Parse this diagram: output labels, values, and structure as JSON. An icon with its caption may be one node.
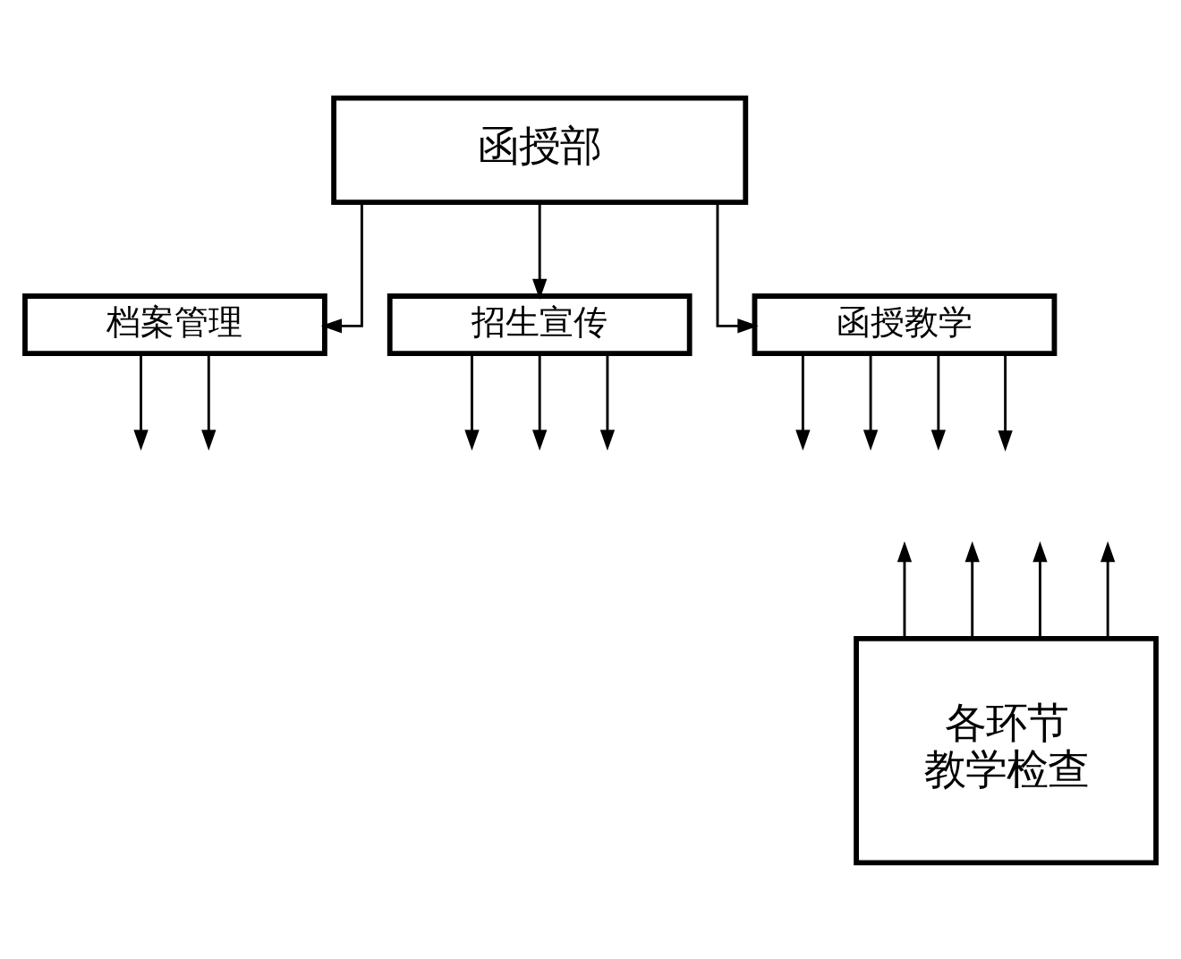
{
  "diagram": {
    "nodes": [
      {
        "text": [
          "函授部"
        ]
      },
      {
        "text": [
          "档案管理"
        ]
      },
      {
        "text": [
          "招生宣传"
        ]
      },
      {
        "text": [
          "函授教学"
        ]
      },
      {
        "text": [
          "各环节",
          "教学检查"
        ]
      }
    ],
    "edges": [
      {
        "from": 0,
        "to": 1,
        "arrow": "to"
      },
      {
        "from": 0,
        "to": 2,
        "arrow": "to"
      },
      {
        "from": 0,
        "to": 3,
        "arrow": "to"
      },
      {
        "from": 1,
        "to": null,
        "arrow": "to"
      },
      {
        "from": 1,
        "to": null,
        "arrow": "to"
      },
      {
        "from": 2,
        "to": null,
        "arrow": "to"
      },
      {
        "from": 2,
        "to": null,
        "arrow": "to"
      },
      {
        "from": 2,
        "to": null,
        "arrow": "to"
      },
      {
        "from": 3,
        "to": null,
        "arrow": "to"
      },
      {
        "from": 3,
        "to": null,
        "arrow": "to"
      },
      {
        "from": 3,
        "to": null,
        "arrow": "to"
      },
      {
        "from": 3,
        "to": null,
        "arrow": "to"
      },
      {
        "from": 4,
        "to": null,
        "arrow": "to"
      },
      {
        "from": 4,
        "to": null,
        "arrow": "to"
      },
      {
        "from": 4,
        "to": null,
        "arrow": "to"
      },
      {
        "from": 4,
        "to": null,
        "arrow": "to"
      }
    ]
  }
}
